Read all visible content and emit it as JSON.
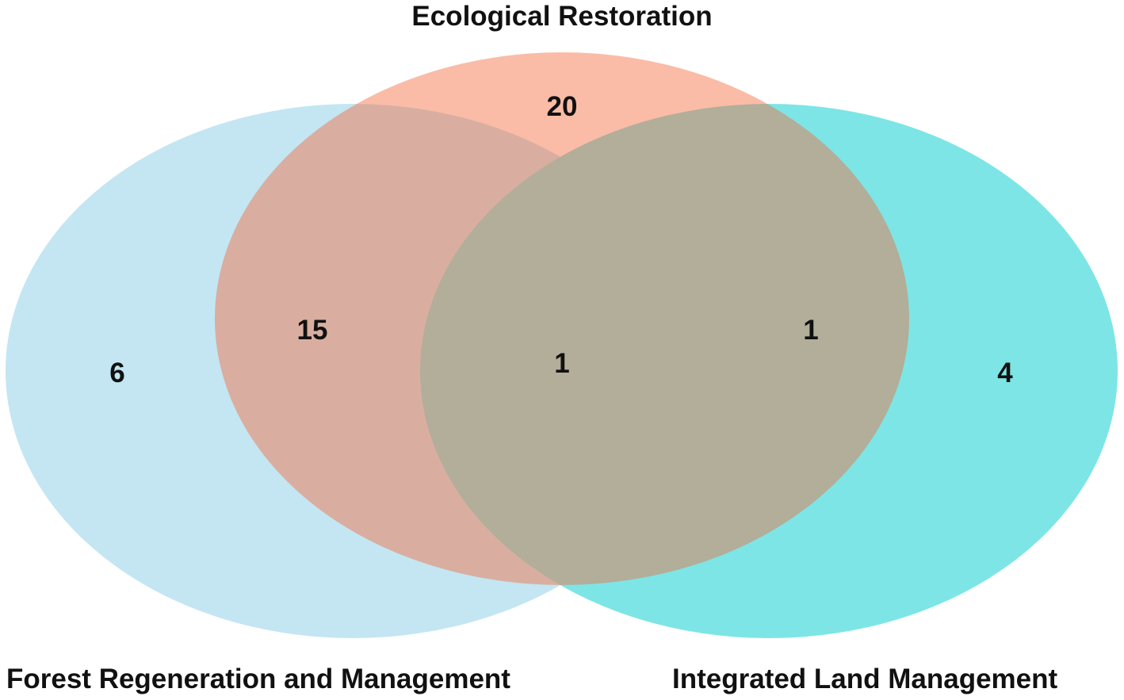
{
  "diagram": {
    "type": "venn-3",
    "sets": {
      "top": {
        "label": "Ecological Restoration",
        "color": "#fa9c7f"
      },
      "left": {
        "label": "Forest Regeneration and Management",
        "color": "#c3e6f2"
      },
      "right": {
        "label": "Integrated Land Management",
        "color": "#7de5e5"
      }
    },
    "counts": {
      "left_only": "6",
      "top_only": "20",
      "right_only": "4",
      "left_top": "15",
      "top_right": "1",
      "left_top_right": "1"
    }
  }
}
